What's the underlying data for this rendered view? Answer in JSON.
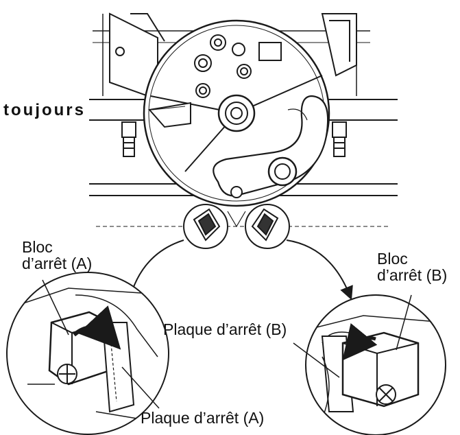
{
  "labels": {
    "toujours": "toujours",
    "bloc_a_line1": "Bloc",
    "bloc_a_line2": "d’arrêt (A)",
    "bloc_b_line1": "Bloc",
    "bloc_b_line2": "d’arrêt (B)",
    "plaque_b": "Plaque d’arrêt (B)",
    "plaque_a": "Plaque d’arrêt (A)"
  },
  "colors": {
    "line": "#1a1a1a",
    "fill_light": "#ffffff",
    "shade": "#d9d9d9",
    "dark": "#333333"
  }
}
